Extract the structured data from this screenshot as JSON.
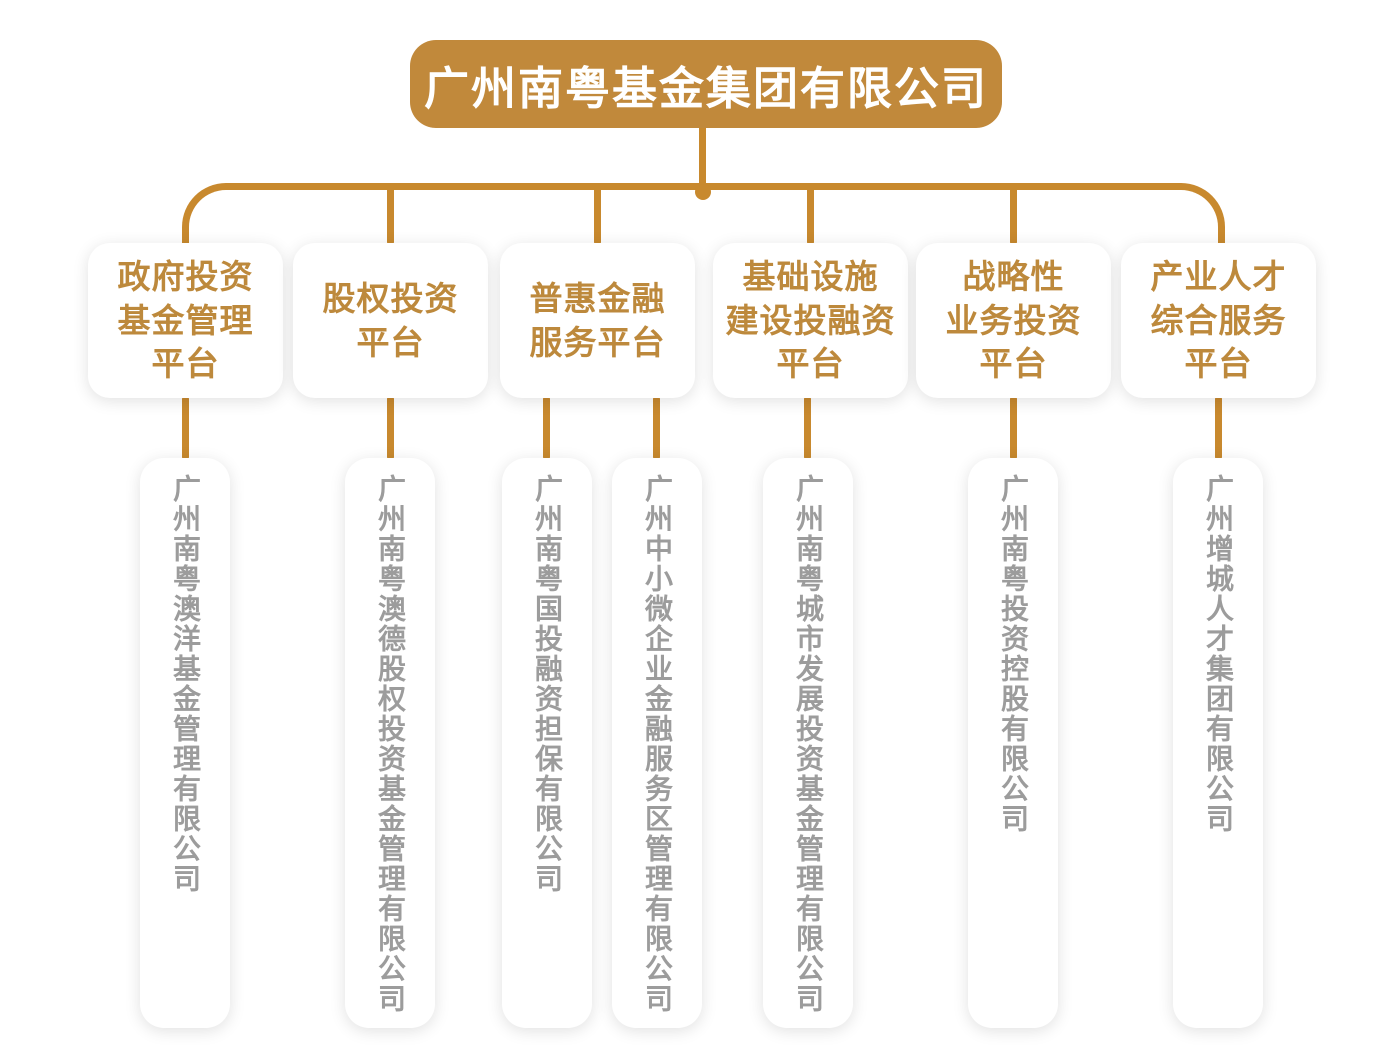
{
  "title": {
    "label": "广州南粤基金集团有限公司"
  },
  "colors": {
    "gold_box": "#c1893b",
    "line_gold": "#c8892e",
    "platform_text_gold": "#bd893c",
    "company_text_gray": "#9c9c9c",
    "background": "#ffffff"
  },
  "platforms": [
    {
      "label": "政府投资\n基金管理\n平台"
    },
    {
      "label": "股权投资\n平台"
    },
    {
      "label": "普惠金融\n服务平台"
    },
    {
      "label": "基础设施\n建设投融资\n平台"
    },
    {
      "label": "战略性\n业务投资\n平台"
    },
    {
      "label": "产业人才\n综合服务\n平台"
    }
  ],
  "companies": [
    {
      "name": "广州南粤澳洋基金管理有限公司"
    },
    {
      "name": "广州南粤澳德股权投资基金管理有限公司"
    },
    {
      "name": "广州南粤国投融资担保有限公司"
    },
    {
      "name": "广州中小微企业金融服务区管理有限公司"
    },
    {
      "name": "广州南粤城市发展投资基金管理有限公司"
    },
    {
      "name": "广州南粤投资控股有限公司"
    },
    {
      "name": "广州增城人才集团有限公司"
    }
  ]
}
